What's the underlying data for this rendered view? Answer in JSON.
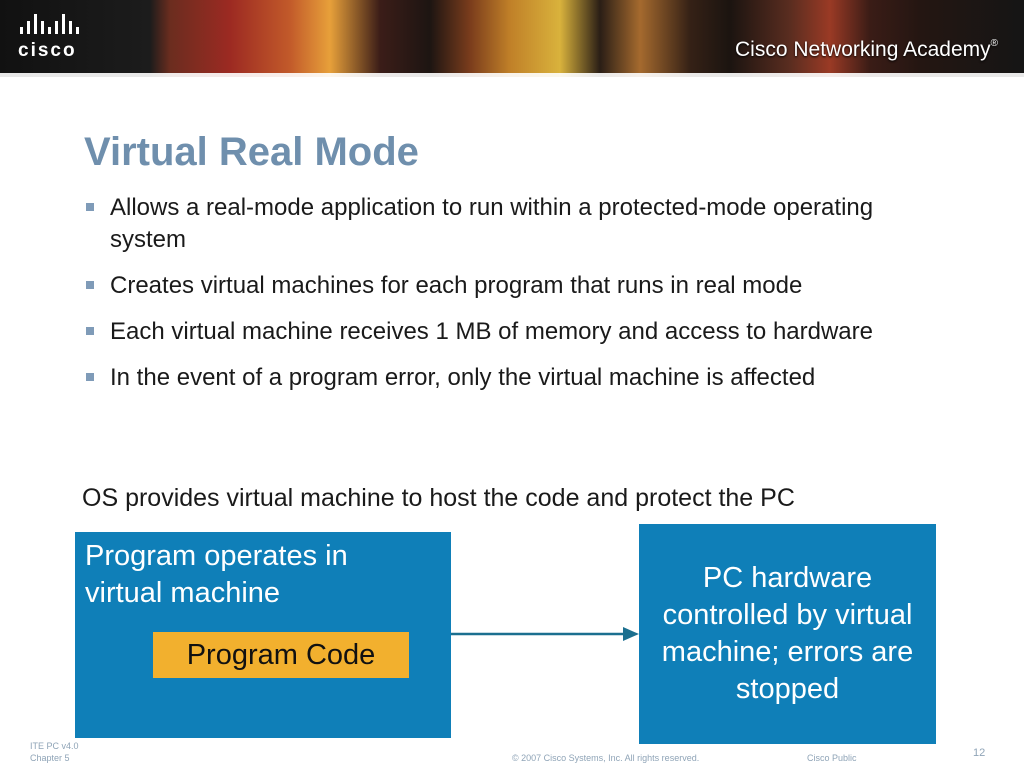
{
  "header": {
    "logo_text": "cisco",
    "academy_text": "Cisco Networking Academy",
    "academy_mark": "®"
  },
  "slide": {
    "title": "Virtual Real Mode",
    "bullets": [
      "Allows a real-mode application to run within a protected-mode operating system",
      "Creates virtual machines for each program that runs in real mode",
      "Each virtual machine receives 1 MB of memory and access to hardware",
      "In the event of a program error, only the virtual machine is affected"
    ],
    "statement": "OS provides virtual machine to host the code and protect the PC"
  },
  "diagram": {
    "left_box_label": "Program operates in virtual machine",
    "code_label": "Program Code",
    "right_box_label": "PC hardware controlled by virtual machine; errors are stopped",
    "box_color": "#0f7fb8",
    "code_color": "#f2b02e",
    "arrow_color": "#1b6f8f"
  },
  "footer": {
    "course": "ITE PC v4.0",
    "chapter": "Chapter 5",
    "copyright": "© 2007 Cisco Systems, Inc. All rights reserved.",
    "classification": "Cisco Public",
    "page_number": "12"
  },
  "colors": {
    "title": "#6f8fad",
    "bullet_marker": "#7f9bb8"
  }
}
